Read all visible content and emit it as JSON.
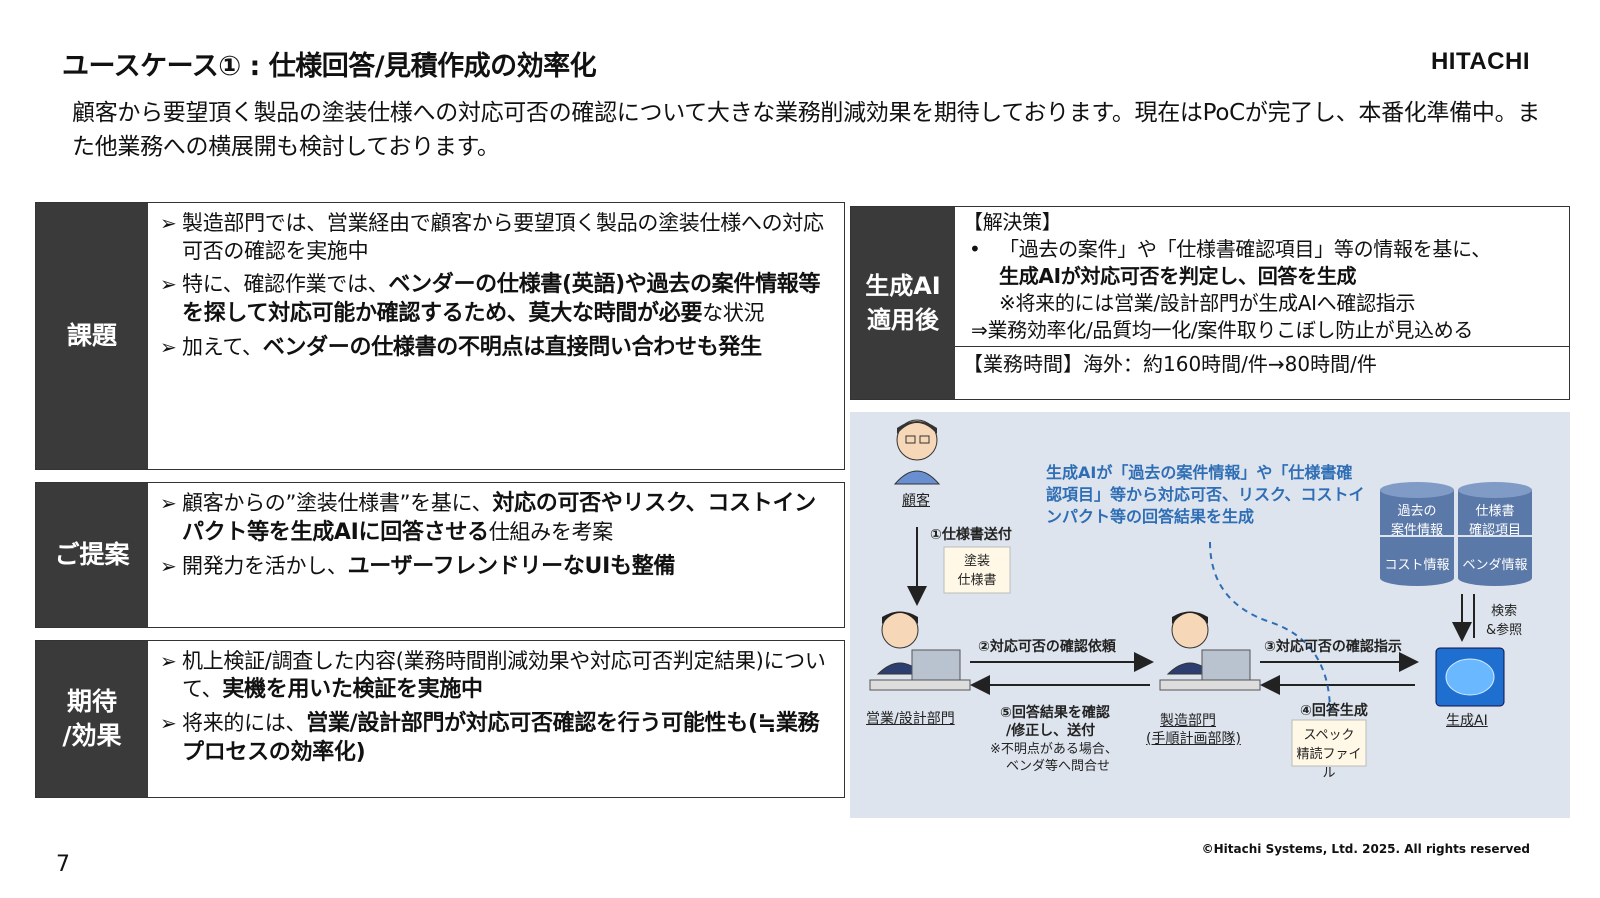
{
  "title": "ユースケース① : 仕様回答/見積作成の効率化",
  "logo": "HITACHI",
  "intro": "顧客から要望頂く製品の塗装仕様への対応可否の確認について大きな業務削減効果を期待しております。現在はPoCが完了し、本番化準備中。また他業務への横展開も検討しております。",
  "rows": {
    "kadai": {
      "label": "課題",
      "i1": "製造部門では、営業経由で顧客から要望頂く製品の塗装仕様への対応可否の確認を実施中",
      "i2a": "特に、確認作業では、",
      "i2b": "ベンダーの仕様書(英語)や過去の案件情報等を探して対応可能か確認するため、莫大な時間が必要",
      "i2c": "な状況",
      "i3a": "加えて、",
      "i3b": "ベンダーの仕様書の不明点は直接問い合わせも発生"
    },
    "teian": {
      "label": "ご提案",
      "i1a": "顧客からの”塗装仕様書”を基に、",
      "i1b": "対応の可否やリスク、コストインパクト等を生成AIに回答させる",
      "i1c": "仕組みを考案",
      "i2a": "開発力を活かし、",
      "i2b": "ユーザーフレンドリーなUIも整備"
    },
    "kitai": {
      "label1": "期待",
      "label2": "/効果",
      "i1a": "机上検証/調査した内容(業務時間削減効果や対応可否判定結果)について、",
      "i1b": "実機を用いた検証を実施中",
      "i2a": "将来的には、",
      "i2b": "営業/設計部門が対応可否確認を行う可能性も(≒業務プロセスの効率化)"
    }
  },
  "solution": {
    "label1": "生成AI",
    "label2": "適用後",
    "heading": "【解決策】",
    "bullet_a": "「過去の案件」や「仕様書確認項目」等の情報を基に、",
    "bullet_b": "生成AIが対応可否を判定し、回答を生成",
    "note": "※将来的には営業/設計部門が生成AIへ確認指示",
    "effect": "⇒業務効率化/品質均一化/案件取りこぼし防止が見込める",
    "time": "【業務時間】海外：約160時間/件→80時間/件"
  },
  "diagram": {
    "customer": "顧客",
    "step1": "①仕様書送付",
    "doc1": "塗装\n仕様書",
    "sales": "営業/設計部門",
    "step2": "②対応可否の確認依頼",
    "step5a": "⑤回答結果を確認",
    "step5b": "/修正し、送付",
    "step5c": "※不明点がある場合、",
    "step5d": "ベンダ等へ問合せ",
    "mfg1": "製造部門",
    "mfg2": "(手順計画部隊)",
    "step3": "③対応可否の確認指示",
    "step4": "④回答生成",
    "doc2": "スペック\n精読ファイル",
    "ai": "生成AI",
    "search": "検索\n&参照",
    "callout": "生成AIが「過去の案件情報」や「仕様書確認項目」等から対応可否、リスク、コストインパクト等の回答結果を生成",
    "db1": "過去の\n案件情報",
    "db2": "仕様書\n確認項目",
    "db3": "コスト情報",
    "db4": "ベンダ情報"
  },
  "footer": "©Hitachi Systems, Ltd. 2025. All rights reserved",
  "page": "7",
  "colors": {
    "dark": "#3a3a3a",
    "diagram_bg": "#dde4ee",
    "callout": "#2f6eb5",
    "db": "#5a78a8",
    "ai": "#1e6fd0"
  }
}
